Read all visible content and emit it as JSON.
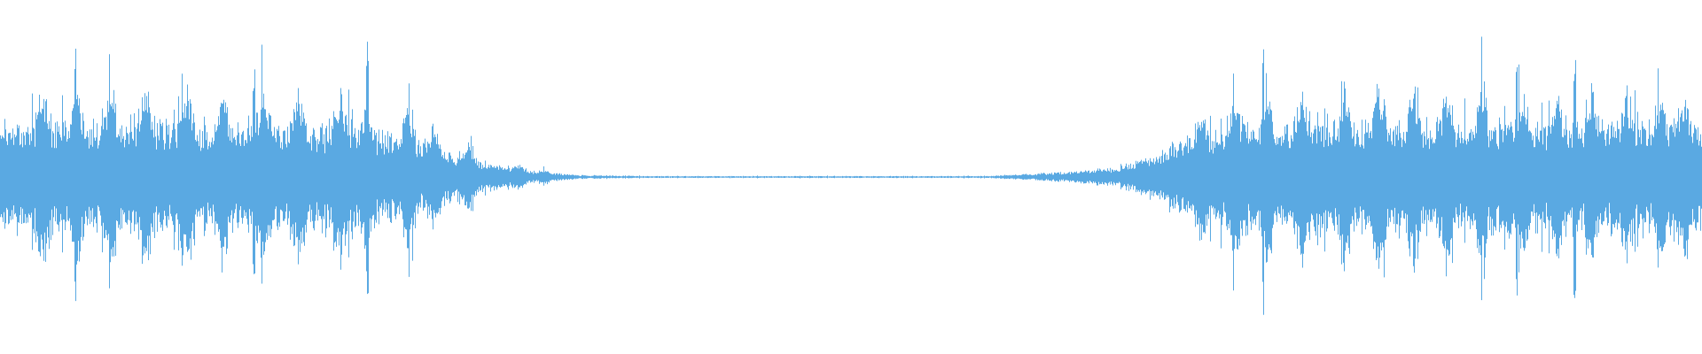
{
  "waveform": {
    "color": "#5aa9e2",
    "seed": 1337,
    "envelope": [
      [
        0.0,
        0.55
      ],
      [
        0.02,
        0.6
      ],
      [
        0.1,
        0.62
      ],
      [
        0.18,
        0.58
      ],
      [
        0.24,
        0.48
      ],
      [
        0.26,
        0.3
      ],
      [
        0.28,
        0.18
      ],
      [
        0.3,
        0.1
      ],
      [
        0.32,
        0.05
      ],
      [
        0.34,
        0.02
      ],
      [
        0.38,
        0.01
      ],
      [
        0.58,
        0.01
      ],
      [
        0.6,
        0.03
      ],
      [
        0.63,
        0.06
      ],
      [
        0.66,
        0.12
      ],
      [
        0.68,
        0.28
      ],
      [
        0.7,
        0.45
      ],
      [
        0.73,
        0.58
      ],
      [
        0.8,
        0.62
      ],
      [
        0.88,
        0.6
      ],
      [
        0.95,
        0.58
      ],
      [
        1.0,
        0.55
      ]
    ],
    "bursts": [
      0.025,
      0.045,
      0.065,
      0.085,
      0.11,
      0.13,
      0.155,
      0.175,
      0.2,
      0.215,
      0.24,
      0.255,
      0.275,
      0.305,
      0.32,
      0.705,
      0.725,
      0.745,
      0.765,
      0.79,
      0.81,
      0.83,
      0.85,
      0.87,
      0.895,
      0.915,
      0.935,
      0.955,
      0.975,
      0.99
    ],
    "spikes": [
      {
        "pos": 0.044,
        "amp": 0.9
      },
      {
        "pos": 0.216,
        "amp": 1.0
      },
      {
        "pos": 0.149,
        "amp": 0.72
      },
      {
        "pos": 0.742,
        "amp": 0.92
      },
      {
        "pos": 0.891,
        "amp": 0.86
      },
      {
        "pos": 0.925,
        "amp": 0.82
      }
    ]
  }
}
